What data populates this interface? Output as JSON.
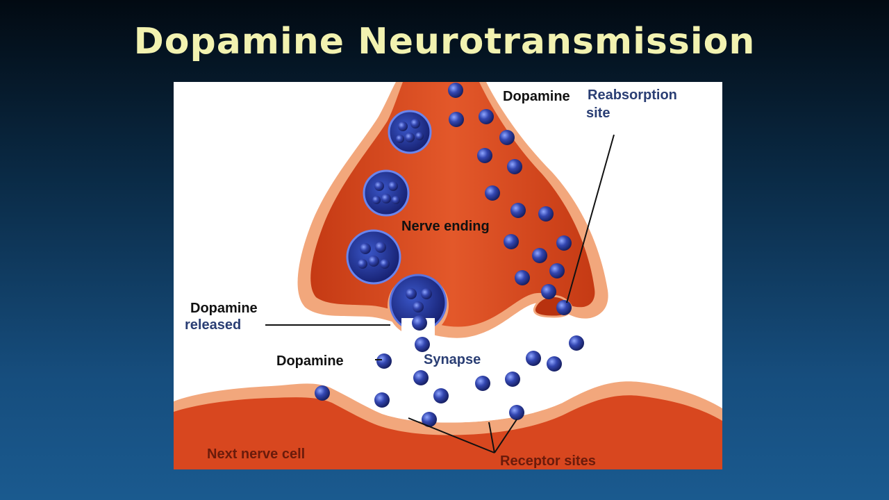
{
  "slide": {
    "title": "Dopamine Neurotransmission",
    "background_top": "#020a12",
    "background_bottom": "#1a5a8f",
    "title_color": "#f2f2b0"
  },
  "diagram": {
    "labels": {
      "reabsorption_prefix": "Dopamine",
      "reabsorption_line1": "Reabsorption",
      "reabsorption_line2": "site",
      "nerve_ending": "Nerve ending",
      "dopamine_released_line1": "Dopamine",
      "dopamine_released_line2": "released",
      "dopamine": "Dopamine",
      "synapse": "Synapse",
      "next_nerve_cell": "Next nerve cell",
      "receptor_sites": "Receptor sites"
    },
    "colors": {
      "nerve_fill": "#d8471f",
      "nerve_membrane": "#f2a77c",
      "dopamine_molecule": "#2c3f9c",
      "vesicle": "#1f2d86"
    },
    "icons": [
      "dopamine-molecule-icon",
      "vesicle-icon"
    ]
  }
}
